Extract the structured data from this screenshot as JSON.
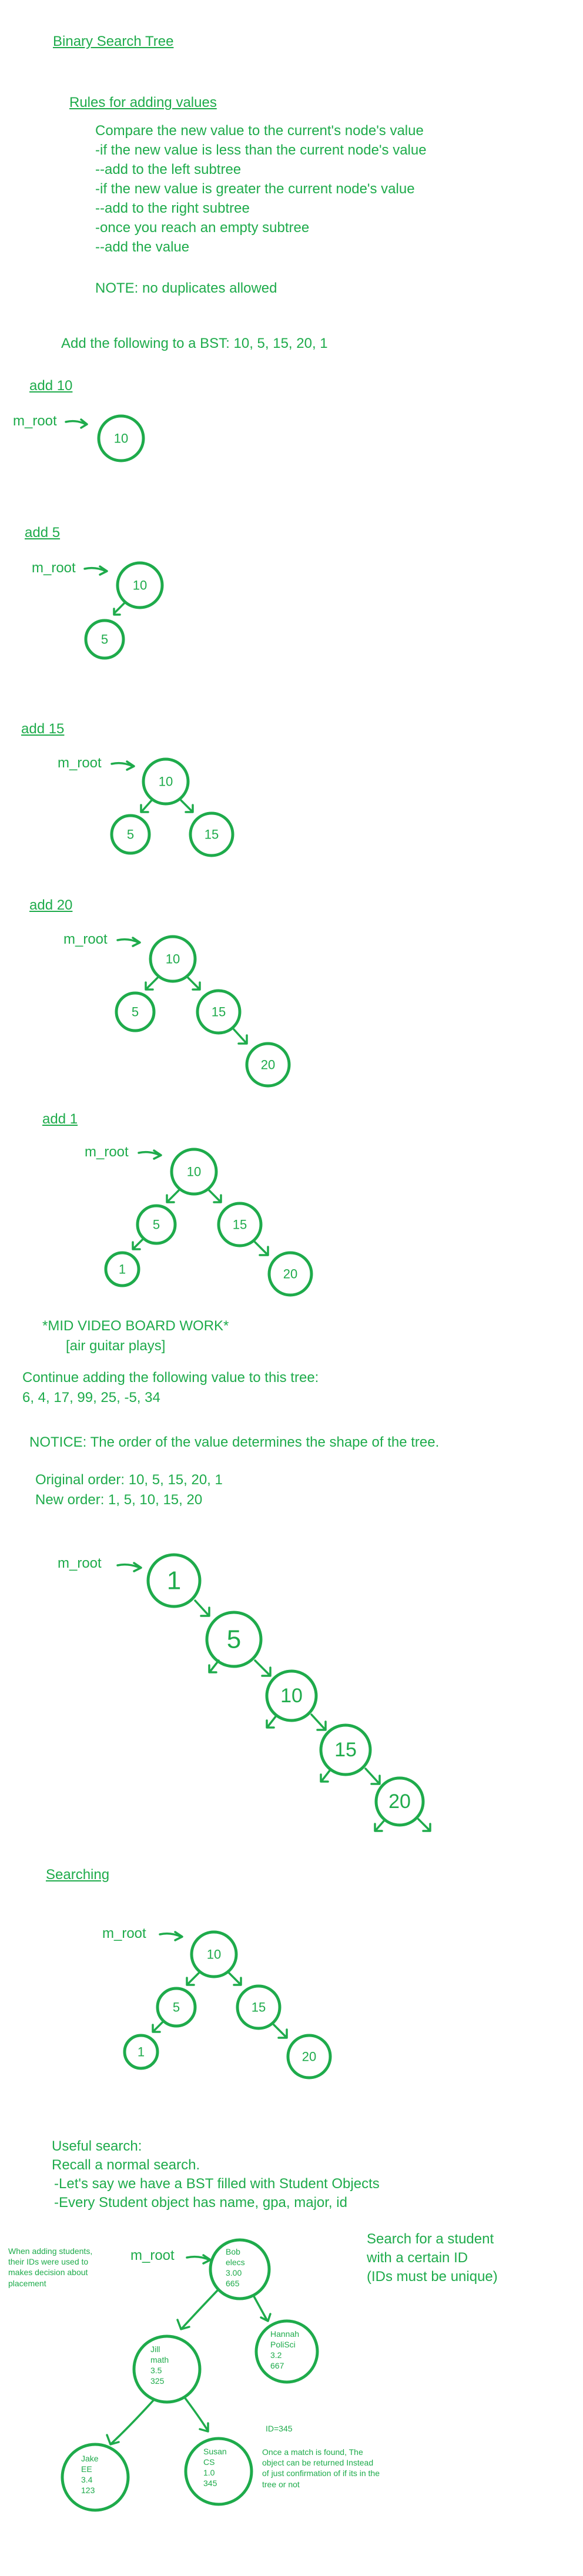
{
  "title": "Binary Search Tree",
  "rules": {
    "heading": "Rules for adding values",
    "lines": [
      "Compare the new value to the current's node's value",
      "-if the new value is less than the current node's value",
      "--add to the left subtree",
      "-if the new value is greater the current node's value",
      "--add to the right subtree",
      "-once you reach an empty subtree",
      "--add the value"
    ],
    "note": "NOTE: no duplicates allowed"
  },
  "exercise": "Add the following to a BST: 10, 5, 15, 20, 1",
  "root_label": "m_root",
  "steps": [
    {
      "label": "add 10",
      "nodes": [
        "10"
      ]
    },
    {
      "label": "add 5",
      "nodes": [
        "10",
        "5"
      ]
    },
    {
      "label": "add 15",
      "nodes": [
        "10",
        "5",
        "15"
      ]
    },
    {
      "label": "add 20",
      "nodes": [
        "10",
        "5",
        "15",
        "20"
      ]
    },
    {
      "label": "add 1",
      "nodes": [
        "10",
        "5",
        "15",
        "1",
        "20"
      ]
    }
  ],
  "board_work": {
    "line1": "*MID VIDEO BOARD WORK*",
    "line2": "[air guitar plays]",
    "continue_line": "Continue adding the following value to this tree:",
    "values": "6, 4, 17, 99, 25, -5, 34"
  },
  "notice": "NOTICE: The order of the value determines the shape of the tree.",
  "order": {
    "original": "Original order: 10, 5, 15, 20, 1",
    "new": "New order: 1, 5, 10, 15, 20",
    "nodes": [
      "1",
      "5",
      "10",
      "15",
      "20"
    ]
  },
  "searching": {
    "heading": "Searching",
    "nodes": [
      "10",
      "5",
      "15",
      "1",
      "20"
    ],
    "useful": "Useful search:",
    "recall": "Recall a normal search.",
    "lets_say": "-Let's say we have a BST filled with Student Objects",
    "every": "-Every Student object has name, gpa, major, id",
    "side_note": "When adding students, their IDs were used to makes decision about placement",
    "search_for": [
      "Search for a student",
      "with a certain ID",
      "(IDs must be unique)"
    ],
    "students": [
      {
        "name": "Bob",
        "major": "elecs",
        "gpa": "3.00",
        "id": "665"
      },
      {
        "name": "Jill",
        "major": "math",
        "gpa": "3.5",
        "id": "325"
      },
      {
        "name": "Hannah",
        "major": "PoliSci",
        "gpa": "3.2",
        "id": "667"
      },
      {
        "name": "Jake",
        "major": "EE",
        "gpa": "3.4",
        "id": "123"
      },
      {
        "name": "Susan",
        "major": "CS",
        "gpa": "1.0",
        "id": "345"
      }
    ],
    "query": "ID=345",
    "match_note": "Once a match is found, The object can be returned Instead of just confirmation of if its in the tree or not"
  },
  "colors": {
    "ink": "#1eab4b",
    "background": "#ffffff"
  }
}
